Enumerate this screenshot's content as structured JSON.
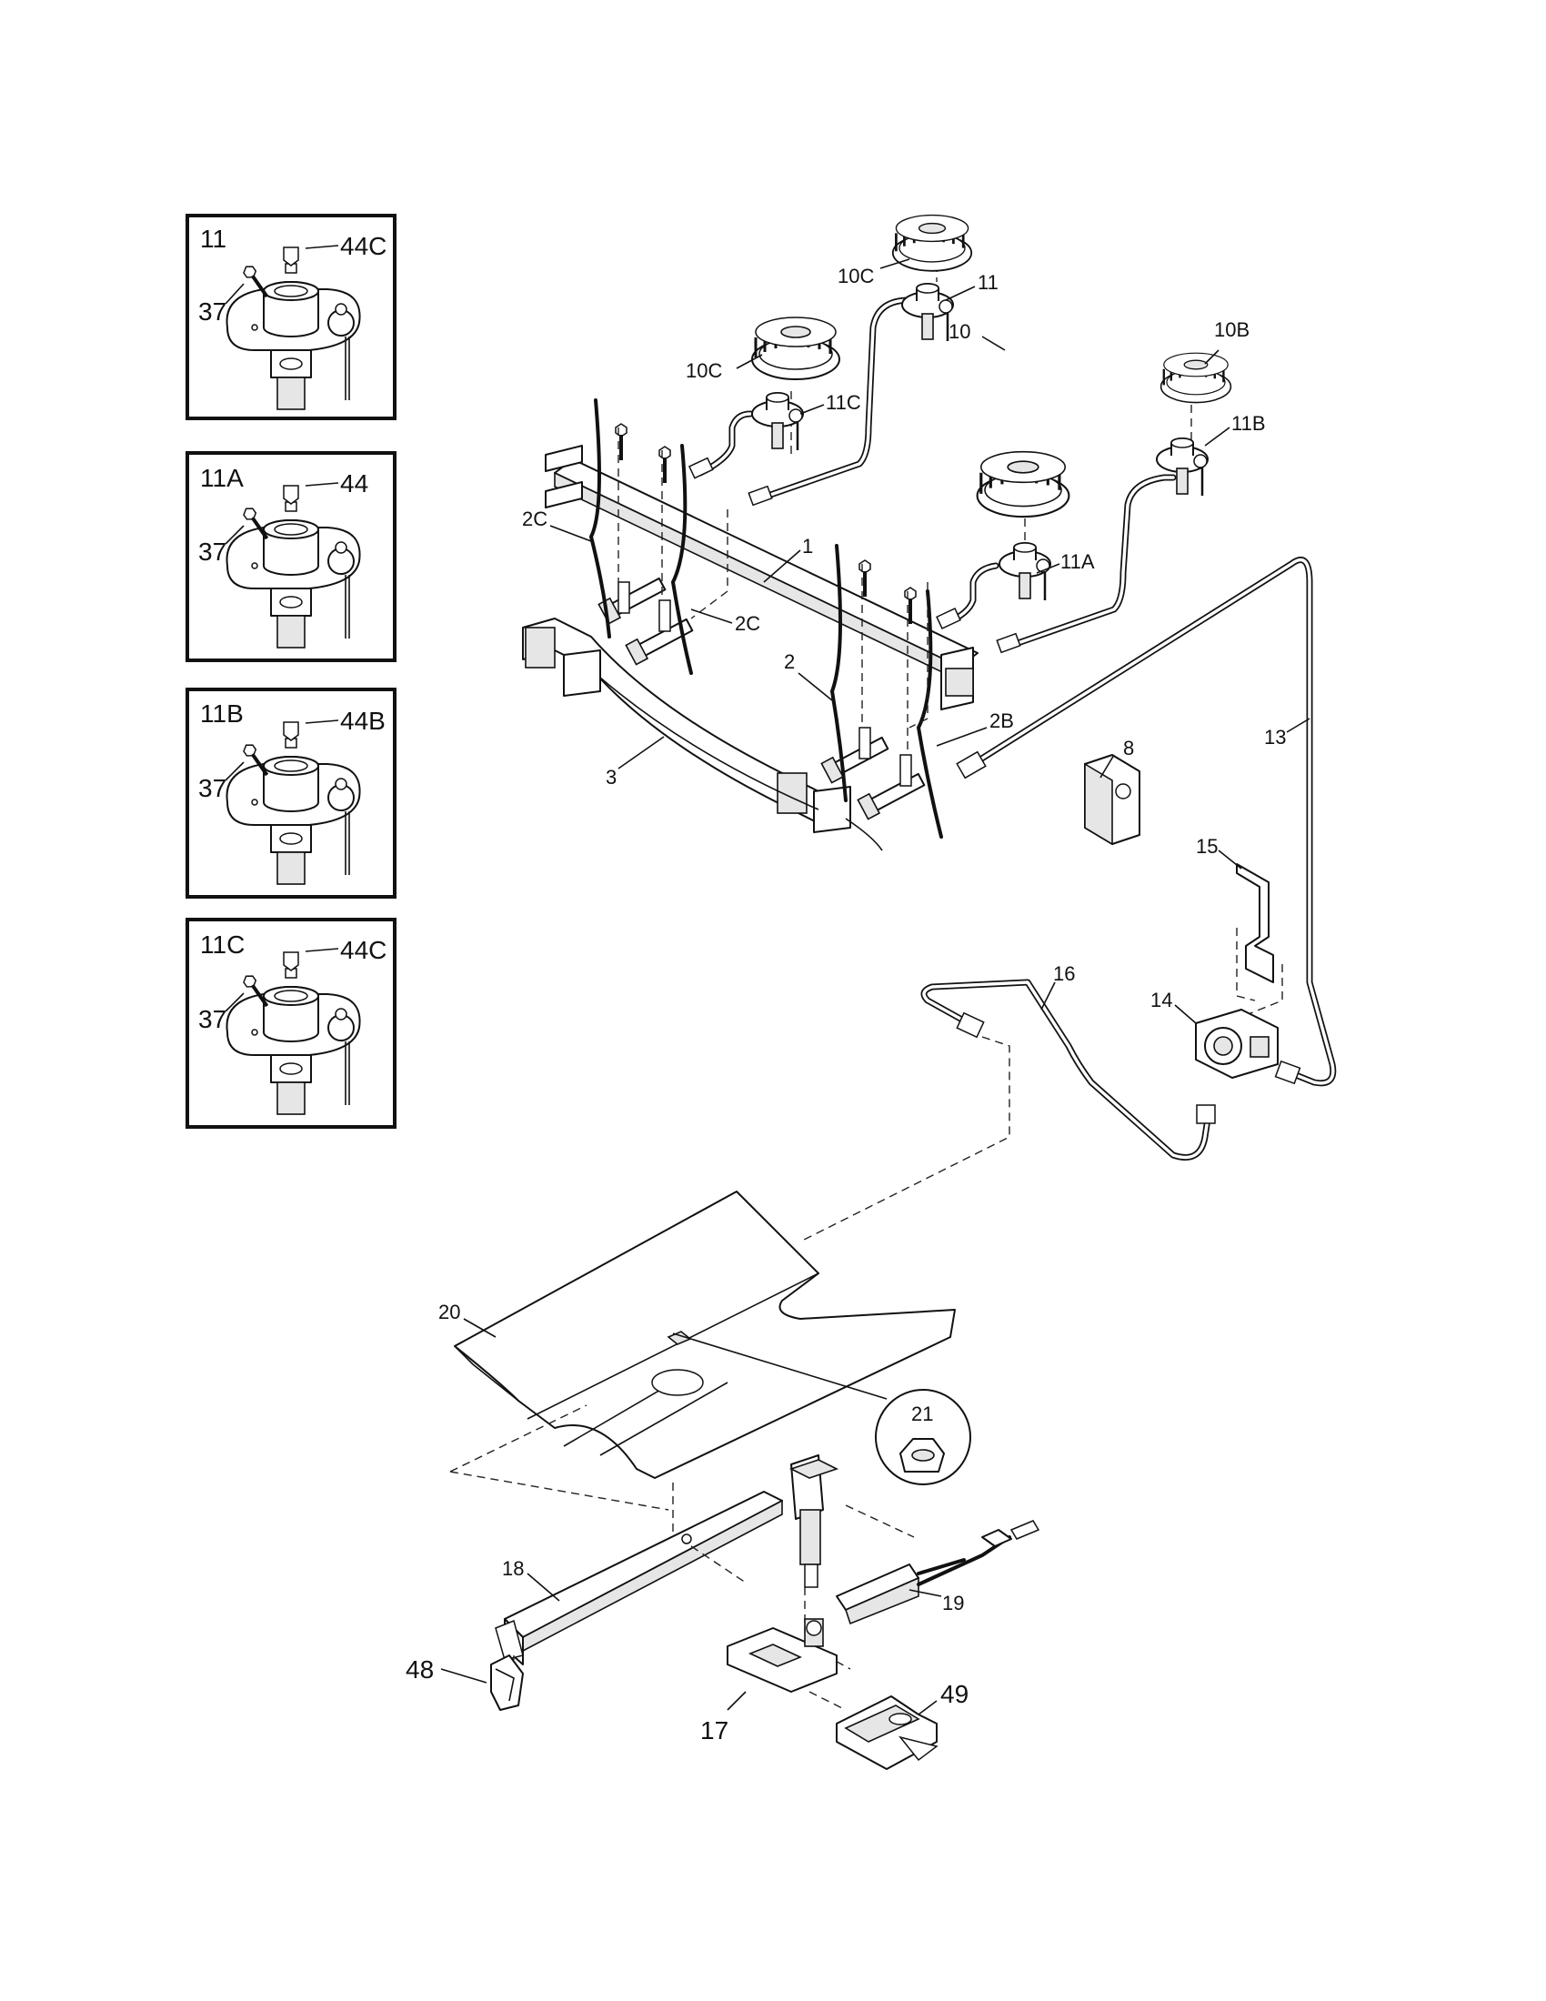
{
  "insets": [
    {
      "title": "11",
      "cap": "44C",
      "screw": "37"
    },
    {
      "title": "11A",
      "cap": "44",
      "screw": "37"
    },
    {
      "title": "11B",
      "cap": "44B",
      "screw": "37"
    },
    {
      "title": "11C",
      "cap": "44C",
      "screw": "37"
    }
  ],
  "callouts": {
    "c1": "1",
    "c2": "2",
    "c2b": "2B",
    "c2c_a": "2C",
    "c2c_b": "2C",
    "c3": "3",
    "c8": "8",
    "c10": "10",
    "c10b": "10B",
    "c10c_a": "10C",
    "c10c_b": "10C",
    "c11": "11",
    "c11a": "11A",
    "c11b": "11B",
    "c11c": "11C",
    "c13": "13",
    "c14": "14",
    "c15": "15",
    "c16": "16",
    "c17": "17",
    "c18": "18",
    "c19": "19",
    "c20": "20",
    "c21": "21",
    "c48": "48",
    "c49": "49"
  }
}
